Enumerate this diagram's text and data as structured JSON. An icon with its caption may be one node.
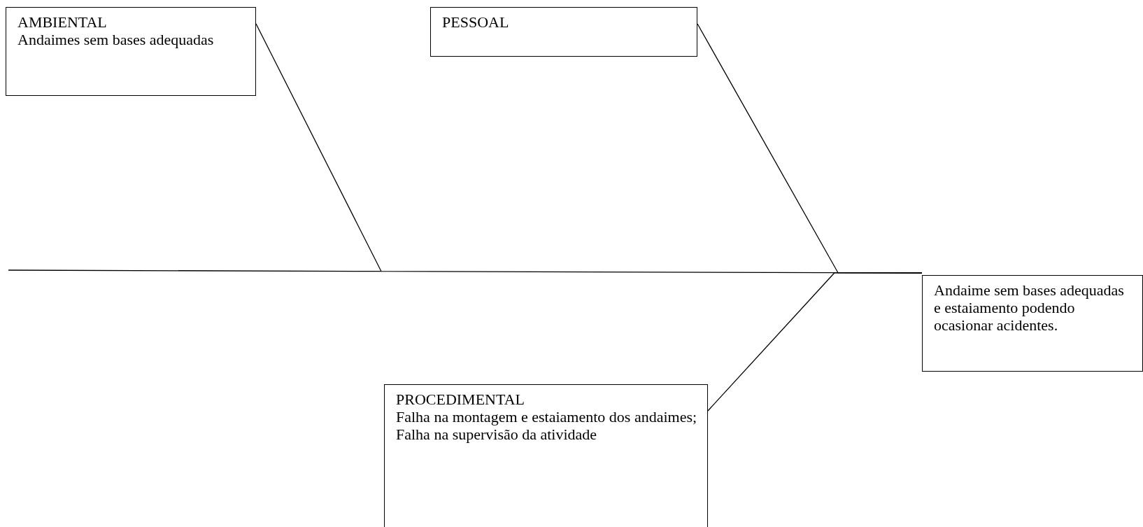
{
  "diagram": {
    "nodes": [
      {
        "text": [
          "AMBIENTAL",
          "Andaimes sem bases adequadas"
        ]
      },
      {
        "text": [
          "PESSOAL"
        ]
      },
      {
        "text": [
          "PROCEDIMENTAL",
          "Falha na montagem e estaiamento dos andaimes;",
          "Falha na supervisão da atividade"
        ]
      },
      {
        "text": [
          "Andaime sem bases adequadas e estaiamento podendo ocasionar acidentes."
        ]
      }
    ],
    "edges": [
      {
        "from": 0,
        "to": 3,
        "arrow": "none"
      },
      {
        "from": 1,
        "to": 3,
        "arrow": "none"
      },
      {
        "from": 2,
        "to": 3,
        "arrow": "none"
      }
    ]
  }
}
